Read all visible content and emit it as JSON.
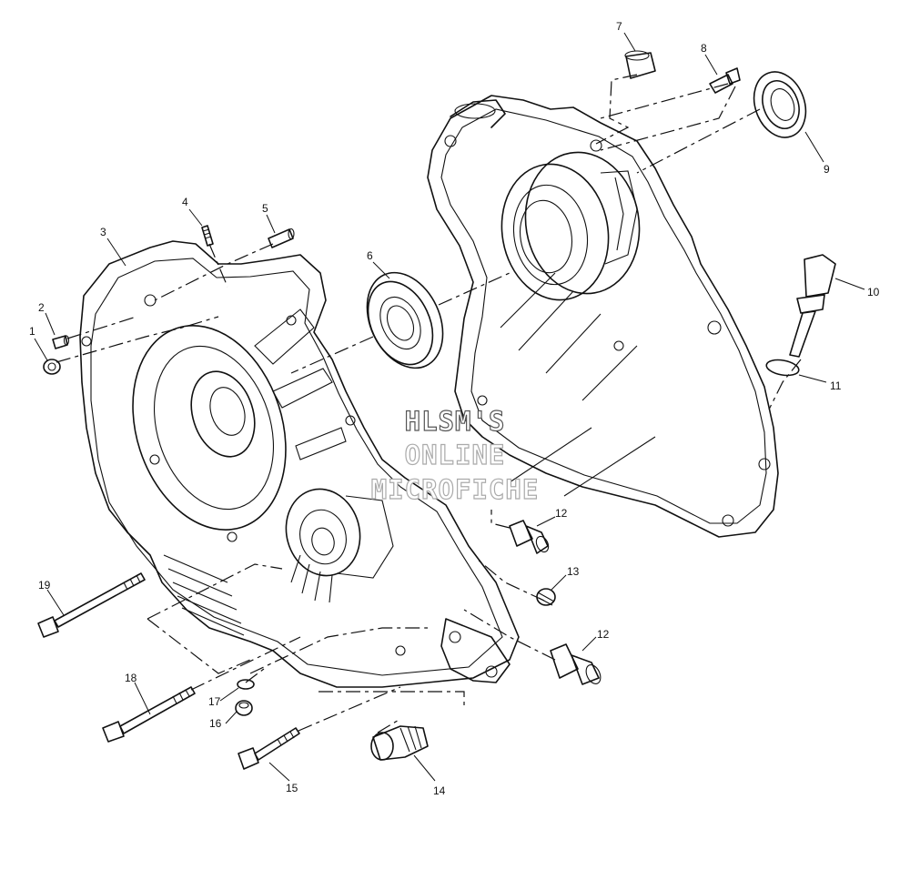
{
  "callouts": [
    {
      "label": "1"
    },
    {
      "label": "2"
    },
    {
      "label": "3"
    },
    {
      "label": "4"
    },
    {
      "label": "5"
    },
    {
      "label": "6"
    },
    {
      "label": "7"
    },
    {
      "label": "8"
    },
    {
      "label": "9"
    },
    {
      "label": "10"
    },
    {
      "label": "11"
    },
    {
      "label": "12"
    },
    {
      "label": "13"
    },
    {
      "label": "12"
    },
    {
      "label": "14"
    },
    {
      "label": "15"
    },
    {
      "label": "16"
    },
    {
      "label": "17"
    },
    {
      "label": "18"
    },
    {
      "label": "19"
    }
  ],
  "watermark": {
    "line1": "HLSM'S",
    "line2": "ONLINE",
    "line3": "MICROFICHE"
  }
}
